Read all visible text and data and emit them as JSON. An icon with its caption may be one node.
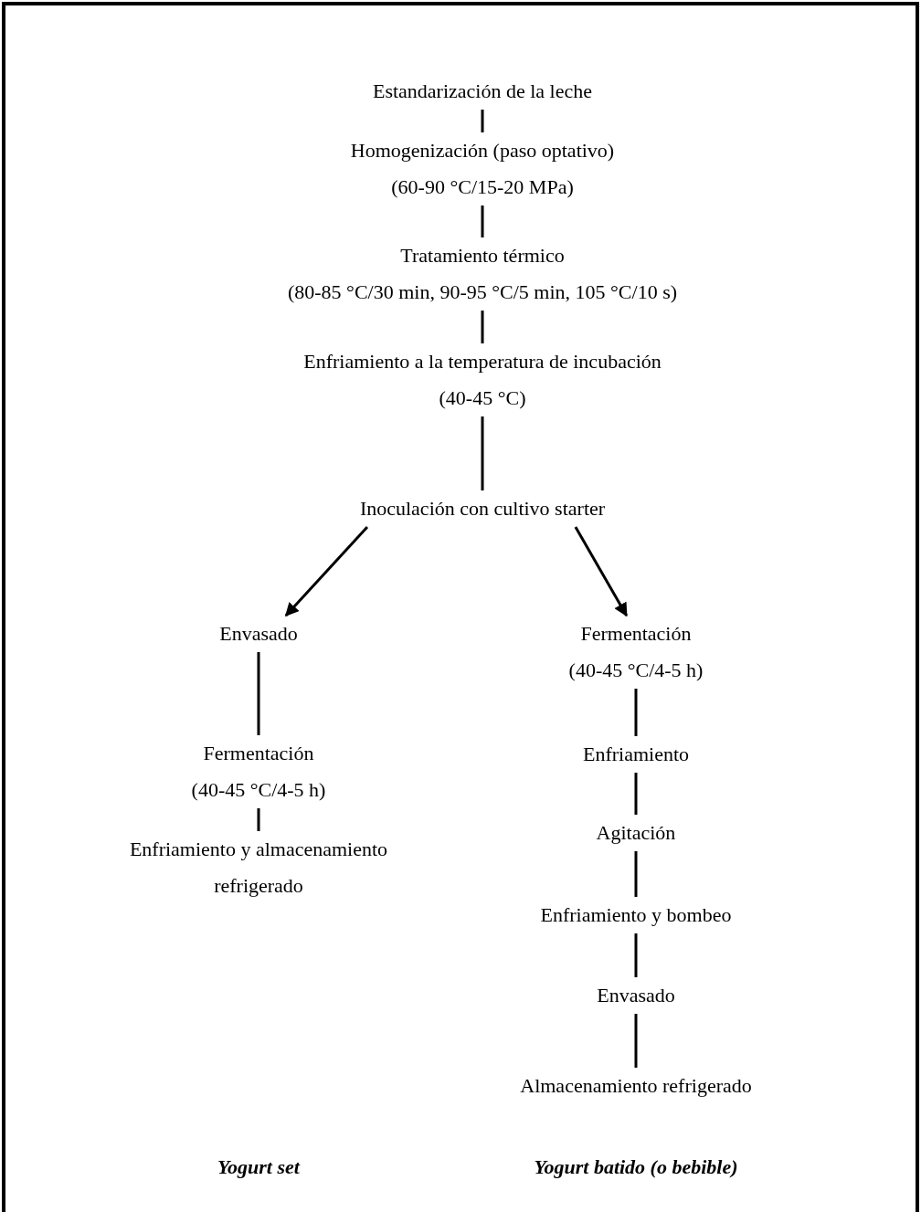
{
  "diagram": {
    "nodes": [
      {
        "text": [
          "Estandarización de la leche"
        ]
      },
      {
        "text": [
          "Homogenización (paso optativo)",
          "(60-90 °C/15-20 MPa)"
        ]
      },
      {
        "text": [
          "Tratamiento térmico",
          "(80-85 °C/30 min, 90-95 °C/5 min, 105 °C/10 s)"
        ]
      },
      {
        "text": [
          "Enfriamiento a la temperatura de incubación",
          "(40-45 °C)"
        ]
      },
      {
        "text": [
          "Inoculación con cultivo starter"
        ]
      },
      {
        "text": [
          "Envasado"
        ]
      },
      {
        "text": [
          "Fermentación",
          "(40-45 °C/4-5 h)"
        ]
      },
      {
        "text": [
          "Enfriamiento y almacenamiento refrigerado"
        ]
      },
      {
        "text": [
          "Fermentación",
          "(40-45 °C/4-5 h)"
        ]
      },
      {
        "text": [
          "Enfriamiento"
        ]
      },
      {
        "text": [
          "Agitación"
        ]
      },
      {
        "text": [
          "Enfriamiento y bombeo"
        ]
      },
      {
        "text": [
          "Envasado"
        ]
      },
      {
        "text": [
          "Almacenamiento refrigerado"
        ]
      }
    ],
    "edges": [
      {
        "from": 0,
        "to": 1,
        "arrow": "none"
      },
      {
        "from": 1,
        "to": 2,
        "arrow": "none"
      },
      {
        "from": 2,
        "to": 3,
        "arrow": "none"
      },
      {
        "from": 3,
        "to": 4,
        "arrow": "none"
      },
      {
        "from": 4,
        "to": 5,
        "arrow": "to"
      },
      {
        "from": 4,
        "to": 8,
        "arrow": "to"
      },
      {
        "from": 5,
        "to": 6,
        "arrow": "none"
      },
      {
        "from": 6,
        "to": 7,
        "arrow": "none"
      },
      {
        "from": 8,
        "to": 9,
        "arrow": "none"
      },
      {
        "from": 9,
        "to": 10,
        "arrow": "none"
      },
      {
        "from": 10,
        "to": 11,
        "arrow": "none"
      },
      {
        "from": 11,
        "to": 12,
        "arrow": "none"
      },
      {
        "from": 12,
        "to": 13,
        "arrow": "none"
      }
    ],
    "labels": [
      "Yogurt set",
      "Yogurt batido (o bebible)"
    ]
  }
}
